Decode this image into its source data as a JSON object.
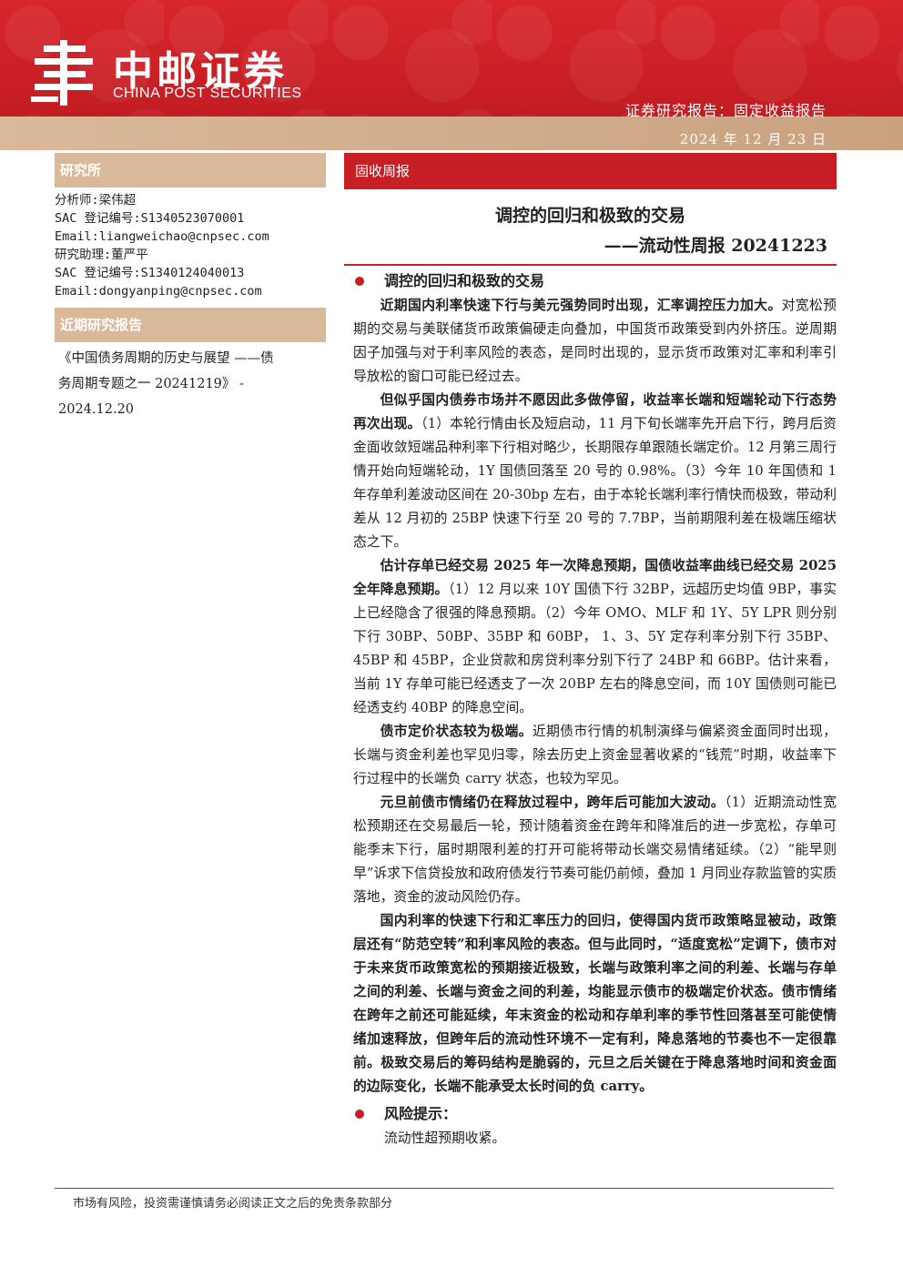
{
  "header": {
    "brand_cn": "中邮证券",
    "brand_en": "CHINA POST SECURITIES",
    "report_type": "证券研究报告：固定收益报告",
    "date": "2024 年 12 月 23 日"
  },
  "sidebar": {
    "institute_title": "研究所",
    "analyst_lines": [
      "分析师:梁伟超",
      "SAC 登记编号:S1340523070001",
      "Email:liangweichao@cnpsec.com",
      "研究助理:董严平",
      "SAC 登记编号:S1340124040013",
      "Email:dongyanping@cnpsec.com"
    ],
    "recent_title": "近期研究报告",
    "recent_lines": [
      "《中国债务周期的历史与展望 ——债",
      "务周期专题之一 20241219》 -",
      "2024.12.20"
    ]
  },
  "main": {
    "section_label": "固收周报",
    "title1": "调控的回归和极致的交易",
    "title2": "——流动性周报 20241223",
    "bullet1": "调控的回归和极致的交易",
    "paragraphs": [
      {
        "lead": "近期国内利率快速下行与美元强势同时出现，汇率调控压力加大。",
        "body": "对宽松预期的交易与美联储货币政策偏硬走向叠加，中国货币政策受到内外挤压。逆周期因子加强与对于利率风险的表态，是同时出现的，显示货币政策对汇率和利率引导放松的窗口可能已经过去。"
      },
      {
        "lead": "但似乎国内债券市场并不愿因此多做停留，收益率长端和短端轮动下行态势再次出现。",
        "body": "（1）本轮行情由长及短启动，11 月下旬长端率先开启下行，跨月后资金面收敛短端品种利率下行相对略少，长期限存单跟随长端定价。12 月第三周行情开始向短端轮动，1Y 国债回落至 20 号的 0.98%。（3）今年 10 年国债和 1 年存单利差波动区间在 20-30bp 左右，由于本轮长端利率行情快而极致，带动利差从 12 月初的 25BP 快速下行至 20 号的 7.7BP，当前期限利差在极端压缩状态之下。"
      },
      {
        "lead": "估计存单已经交易 2025 年一次降息预期，国债收益率曲线已经交易 2025 全年降息预期。",
        "body": "（1）12 月以来 10Y 国债下行 32BP，远超历史均值 9BP，事实上已经隐含了很强的降息预期。（2）今年 OMO、MLF 和 1Y、5Y LPR 则分别下行 30BP、50BP、35BP 和 60BP， 1、3、5Y 定存利率分别下行 35BP、45BP 和 45BP，企业贷款和房贷利率分别下行了 24BP 和 66BP。估计来看，当前 1Y 存单可能已经透支了一次 20BP 左右的降息空间，而 10Y 国债则可能已经透支约 40BP 的降息空间。"
      },
      {
        "lead": "债市定价状态较为极端。",
        "body": "近期债市行情的机制演绎与偏紧资金面同时出现，长端与资金利差也罕见归零，除去历史上资金显著收紧的“钱荒”时期，收益率下行过程中的长端负 carry 状态，也较为罕见。"
      },
      {
        "lead": "元旦前债市情绪仍在释放过程中，跨年后可能加大波动。",
        "body": "（1）近期流动性宽松预期还在交易最后一轮，预计随着资金在跨年和降准后的进一步宽松，存单可能季末下行，届时期限利差的打开可能将带动长端交易情绪延续。（2）“能早则早”诉求下信贷投放和政府债发行节奏可能仍前倾，叠加 1 月同业存款监管的实质落地，资金的波动风险仍存。"
      }
    ],
    "summary": "国内利率的快速下行和汇率压力的回归，使得国内货币政策略显被动，政策层还有“防范空转”和利率风险的表态。但与此同时，“适度宽松”定调下，债市对于未来货币政策宽松的预期接近极致，长端与政策利率之间的利差、长端与存单之间的利差、长端与资金之间的利差，均能显示债市的极端定价状态。债市情绪在跨年之前还可能延续，年末资金的松动和存单利率的季节性回落甚至可能使情绪加速释放，但跨年后的流动性环境不一定有利，降息落地的节奏也不一定很靠前。极致交易后的筹码结构是脆弱的，元旦之后关键在于降息落地时间和资金面的边际变化，长端不能承受太长时间的负 carry。",
    "risk_title": "风险提示：",
    "risk_text": "流动性超预期收紧。"
  },
  "footer": {
    "disclaimer": "市场有风险，投资需谨慎请务必阅读正文之后的免责条款部分"
  }
}
